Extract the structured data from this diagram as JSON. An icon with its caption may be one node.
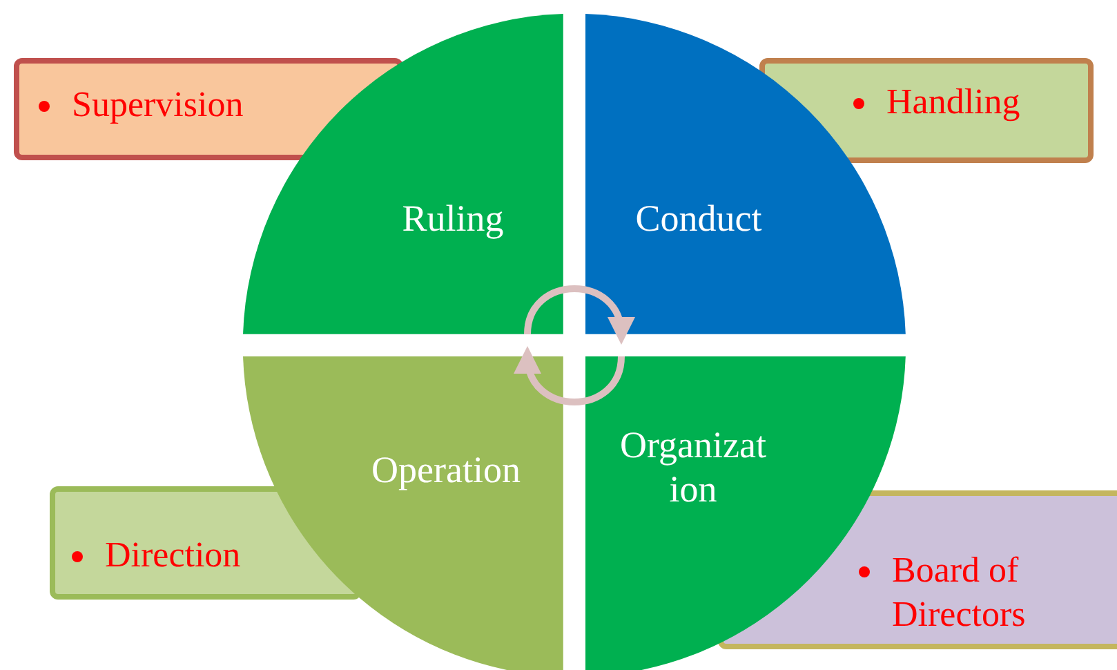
{
  "diagram": {
    "nodes": [
      {
        "text": [
          "Supervision"
        ]
      },
      {
        "text": [
          "Ruling"
        ]
      },
      {
        "text": [
          "Conduct"
        ]
      },
      {
        "text": [
          "Handling"
        ]
      },
      {
        "text": [
          "Operation"
        ]
      },
      {
        "text": [
          "Organizat ion"
        ]
      },
      {
        "text": [
          "Direction"
        ]
      },
      {
        "text": [
          "Board of Directors"
        ]
      }
    ],
    "edges": [
      {
        "from": 1,
        "to": 2,
        "arrow": "to"
      },
      {
        "from": 5,
        "to": 4,
        "arrow": "to"
      }
    ]
  }
}
